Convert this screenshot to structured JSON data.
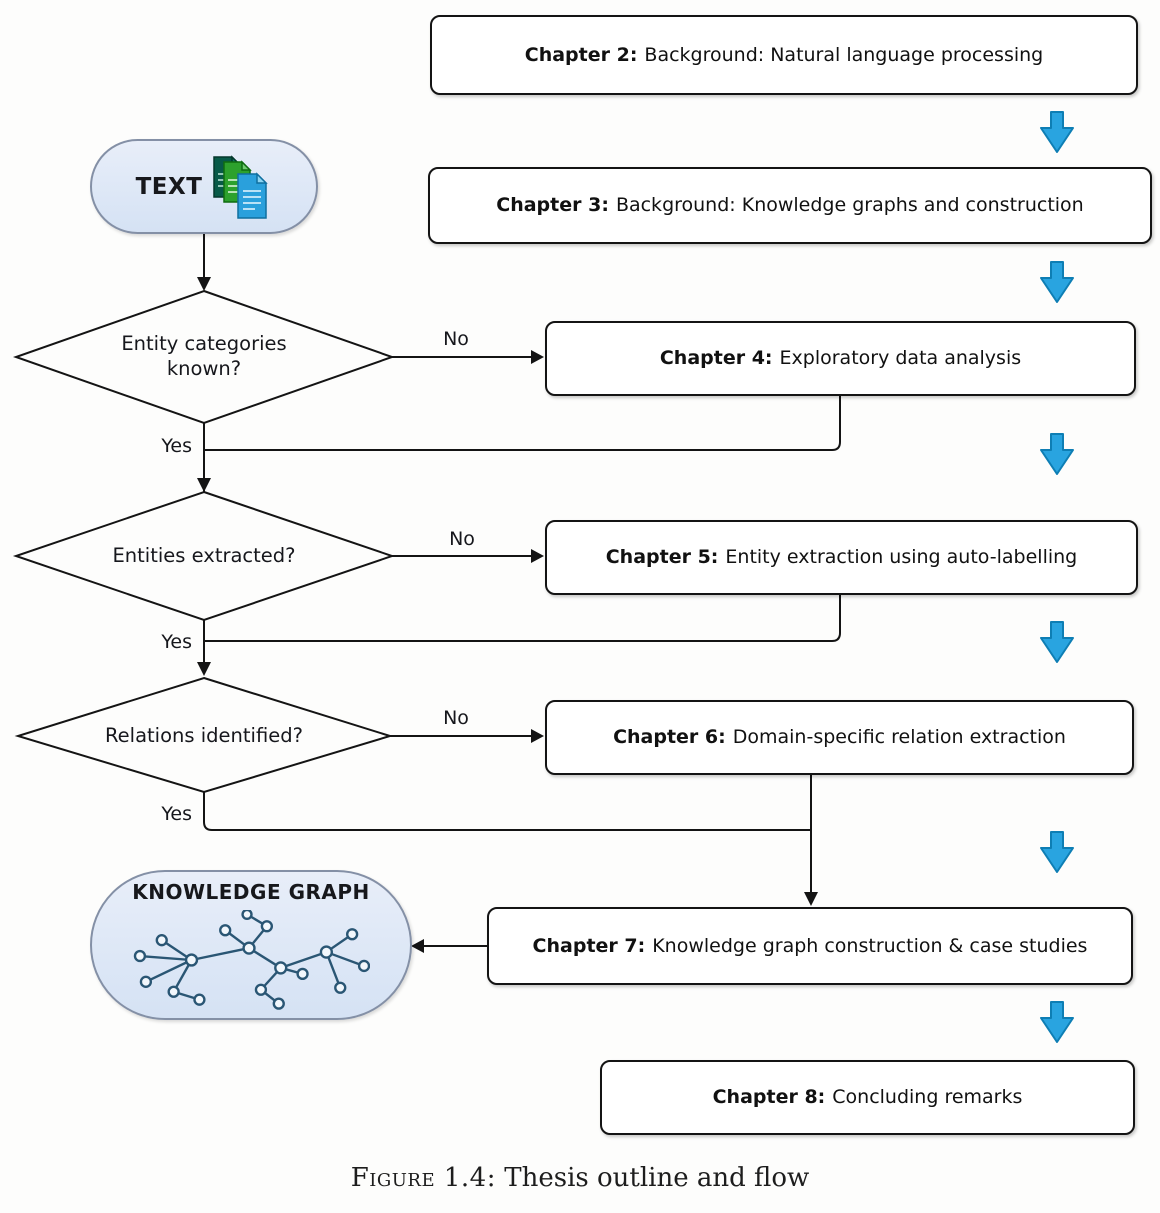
{
  "figure": {
    "caption_label": "Figure 1.4:",
    "caption_text": "Thesis outline and flow"
  },
  "terminals": {
    "text_input": {
      "label": "TEXT",
      "icon": "documents-icon"
    },
    "knowledge_graph": {
      "label": "KNOWLEDGE GRAPH",
      "icon": "network-graph-icon"
    }
  },
  "decisions": [
    {
      "label": "Entity categories known?"
    },
    {
      "label": "Entities extracted?"
    },
    {
      "label": "Relations identified?"
    }
  ],
  "chapters": [
    {
      "prefix": "Chapter 2:",
      "title": "Background: Natural language processing"
    },
    {
      "prefix": "Chapter 3:",
      "title": "Background: Knowledge graphs and construction"
    },
    {
      "prefix": "Chapter 4:",
      "title": "Exploratory data analysis"
    },
    {
      "prefix": "Chapter 5:",
      "title": "Entity extraction using auto-labelling"
    },
    {
      "prefix": "Chapter 6:",
      "title": "Domain-specific relation extraction"
    },
    {
      "prefix": "Chapter 7:",
      "title": "Knowledge graph construction & case studies"
    },
    {
      "prefix": "Chapter 8:",
      "title": "Concluding remarks"
    }
  ],
  "edge_labels": {
    "yes": "Yes",
    "no": "No"
  },
  "icons": {
    "flow_arrow": "down-arrow-icon",
    "documents": "documents-icon",
    "network": "network-graph-icon"
  },
  "colors": {
    "flow_arrow_fill": "#29A4E0",
    "flow_arrow_border": "#0E7EB4",
    "pill_fill": "#DCE8F7",
    "pill_border": "#8490A6",
    "line": "#141414",
    "box_background": "#FFFFFF",
    "doc_green_dark": "#085A48",
    "doc_green": "#2DA12D",
    "doc_blue": "#2AA0DC",
    "network_stroke": "#2A5674"
  }
}
